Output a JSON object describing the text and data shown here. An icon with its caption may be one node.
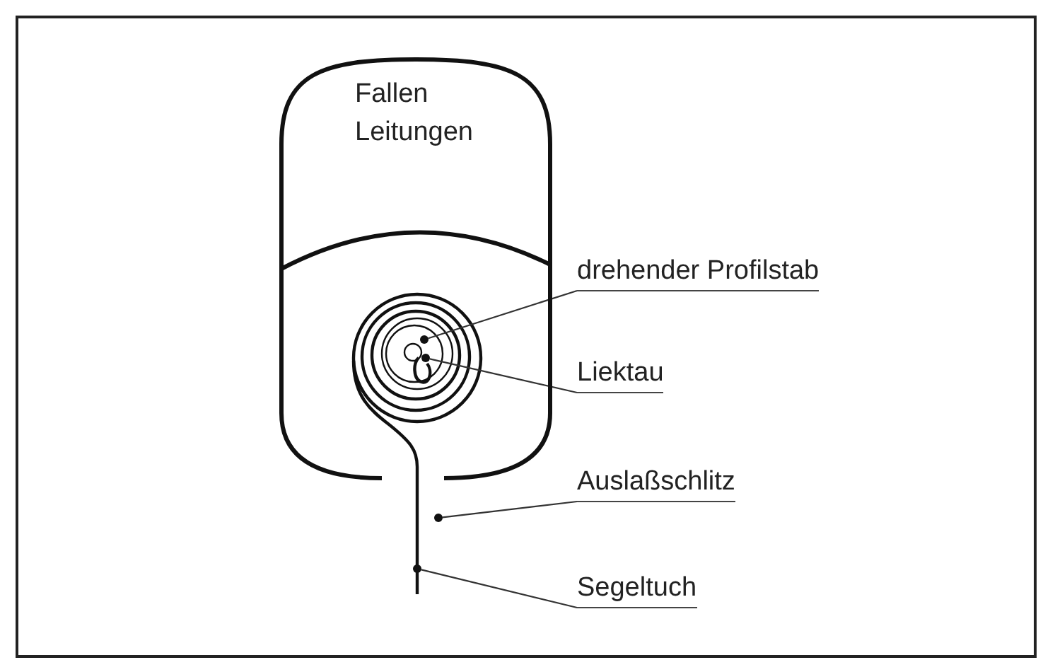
{
  "diagram": {
    "nodes": [
      {
        "text": [
          "Fallen Leitungen"
        ]
      },
      {
        "text": [
          "drehender Profilstab"
        ]
      },
      {
        "text": [
          "Liektau"
        ]
      },
      {
        "text": [
          "Auslaßschlitz"
        ]
      },
      {
        "text": [
          "Segeltuch"
        ]
      },
      {
        "text": [],
        "shape": "circle",
        "in": 0
      },
      {
        "text": [],
        "shape": "circle",
        "in": 0
      },
      {
        "text": [],
        "shape": "circle"
      },
      {
        "text": [],
        "shape": "circle"
      }
    ],
    "edges": [
      {
        "from": 1,
        "to": 5,
        "arrow": "none"
      },
      {
        "from": 2,
        "to": 6,
        "arrow": "none"
      },
      {
        "from": 3,
        "to": 7,
        "arrow": "none"
      },
      {
        "from": 4,
        "to": 8,
        "arrow": "none"
      }
    ]
  }
}
